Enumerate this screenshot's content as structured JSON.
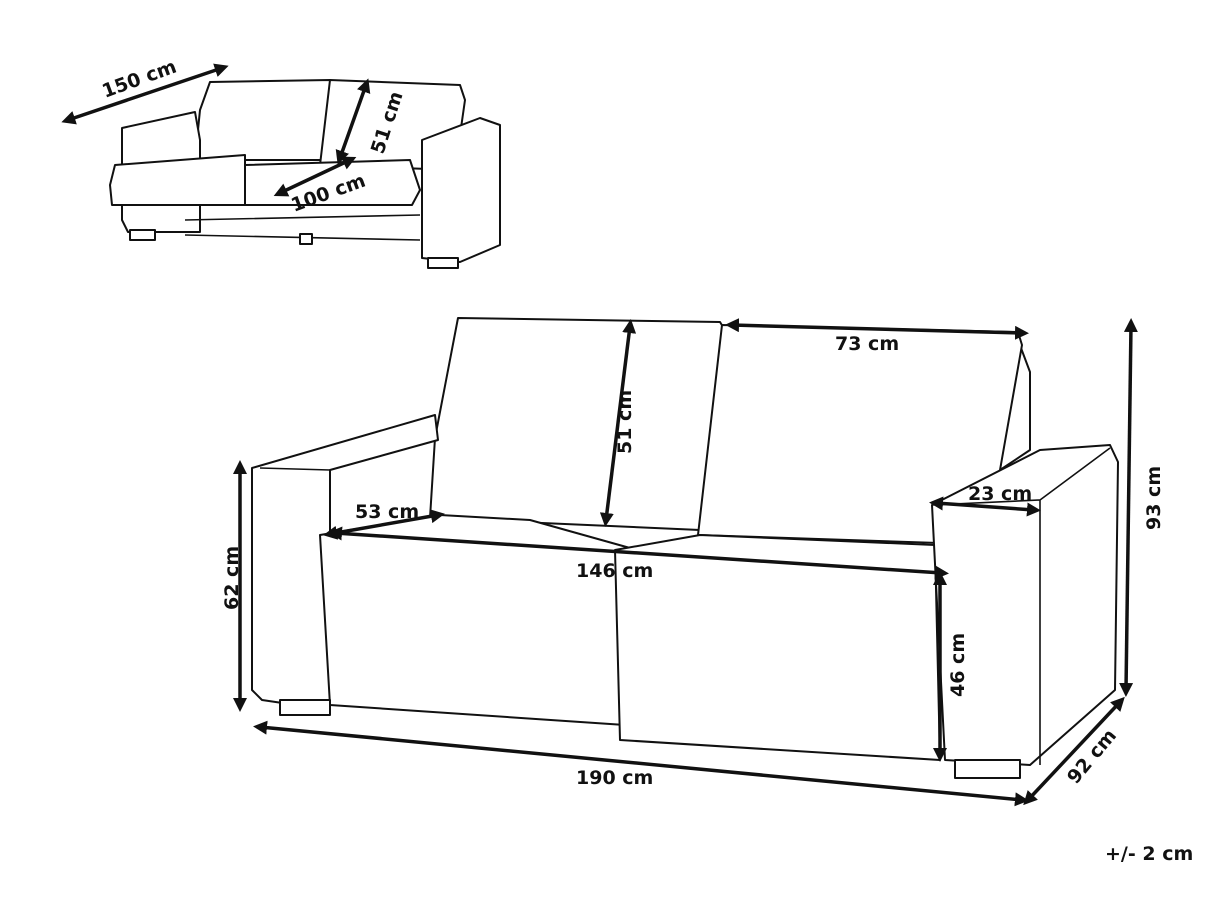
{
  "small_view": {
    "width_label": "150 cm",
    "backrest_height_label": "51 cm",
    "sleeping_depth_label": "100 cm"
  },
  "main_view": {
    "backrest_width_label": "73 cm",
    "backrest_height_label": "51 cm",
    "total_height_label": "93 cm",
    "armrest_width_label": "23 cm",
    "seat_depth_label": "53 cm",
    "seat_width_label": "146 cm",
    "armrest_height_label": "62 cm",
    "seat_height_label": "46 cm",
    "total_width_label": "190 cm",
    "total_depth_label": "92 cm"
  },
  "tolerance_label": "+/- 2 cm"
}
